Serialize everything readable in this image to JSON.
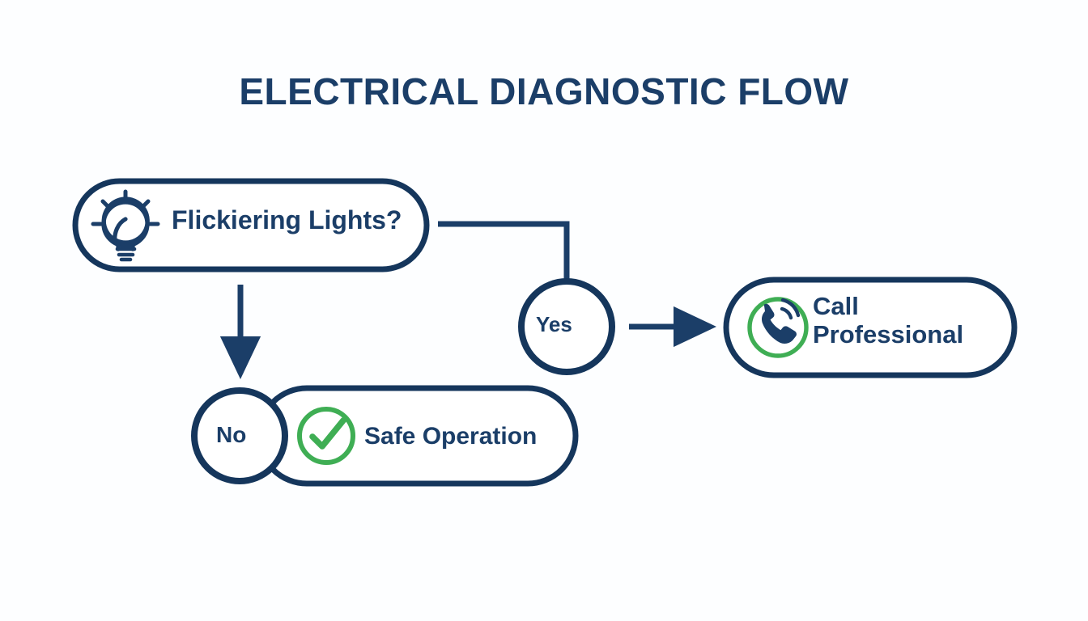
{
  "page": {
    "title": "ELECTRICAL DIAGNOSTIC FLOW",
    "background_color": "#fdfeff"
  },
  "colors": {
    "navy": "#1b3e68",
    "navy_dark": "#15365c",
    "green": "#3fae54",
    "white": "#ffffff"
  },
  "nodes": {
    "question": {
      "label": "Flickiering Lights?",
      "icon": "lightbulb-icon",
      "shape": "pill",
      "border_color": "#15365c"
    },
    "yes": {
      "label": "Yes",
      "shape": "circle",
      "border_color": "#15365c"
    },
    "no": {
      "label": "No",
      "shape": "circle",
      "border_color": "#15365c"
    },
    "call_professional": {
      "label": "Call\nProfessional",
      "icon": "phone-call-icon",
      "shape": "pill",
      "border_color": "#15365c",
      "icon_color": "#3fae54"
    },
    "safe_operation": {
      "label": "Safe Operation",
      "icon": "check-circle-icon",
      "shape": "pill",
      "border_color": "#15365c",
      "icon_color": "#3fae54"
    }
  },
  "connectors": [
    {
      "name": "question-to-yes",
      "style": "elbow",
      "arrow": false
    },
    {
      "name": "question-to-no",
      "style": "vertical",
      "arrow": true
    },
    {
      "name": "yes-to-call-professional",
      "style": "horizontal",
      "arrow": true
    }
  ],
  "chart_data": {
    "type": "table",
    "title": "ELECTRICAL DIAGNOSTIC FLOW",
    "nodes": [
      {
        "id": "question",
        "label": "Flickiering Lights?",
        "type": "decision"
      },
      {
        "id": "yes",
        "label": "Yes",
        "type": "branch"
      },
      {
        "id": "no",
        "label": "No",
        "type": "branch"
      },
      {
        "id": "call_professional",
        "label": "Call Professional",
        "type": "outcome"
      },
      {
        "id": "safe_operation",
        "label": "Safe Operation",
        "type": "outcome"
      }
    ],
    "edges": [
      {
        "from": "question",
        "to": "yes"
      },
      {
        "from": "yes",
        "to": "call_professional"
      },
      {
        "from": "question",
        "to": "no"
      },
      {
        "from": "no",
        "to": "safe_operation"
      }
    ]
  }
}
